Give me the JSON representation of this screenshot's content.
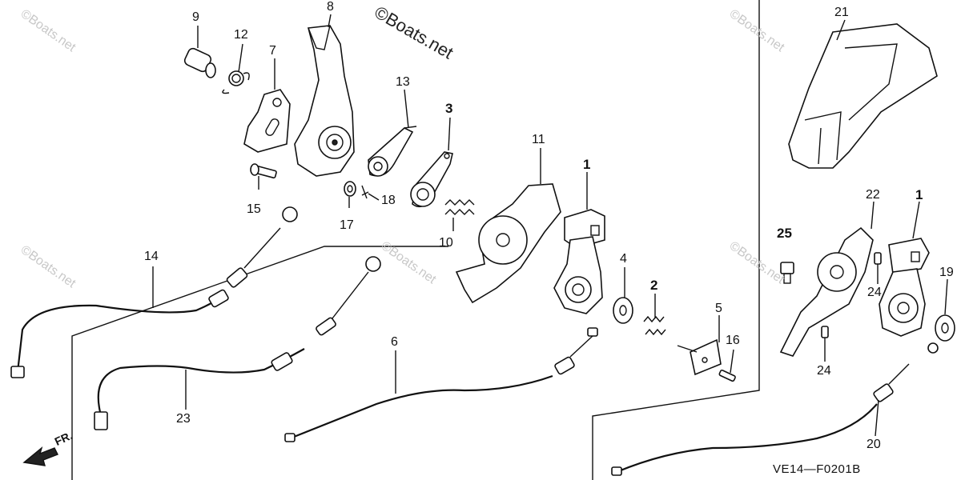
{
  "watermark": {
    "main": "©Boats.net",
    "faint": "©Boats.net"
  },
  "diagram_code": "VE14—F0201B",
  "front_arrow": "FR.",
  "callouts": [
    {
      "id": "c9",
      "text": "9"
    },
    {
      "id": "c12",
      "text": "12"
    },
    {
      "id": "c7",
      "text": "7"
    },
    {
      "id": "c8",
      "text": "8"
    },
    {
      "id": "c13",
      "text": "13"
    },
    {
      "id": "c3",
      "text": "3"
    },
    {
      "id": "c11",
      "text": "11"
    },
    {
      "id": "c1a",
      "text": "1"
    },
    {
      "id": "c15",
      "text": "15"
    },
    {
      "id": "c17",
      "text": "17"
    },
    {
      "id": "c18",
      "text": "18"
    },
    {
      "id": "c10",
      "text": "10"
    },
    {
      "id": "c14",
      "text": "14"
    },
    {
      "id": "c4",
      "text": "4"
    },
    {
      "id": "c2",
      "text": "2"
    },
    {
      "id": "c5",
      "text": "5"
    },
    {
      "id": "c16",
      "text": "16"
    },
    {
      "id": "c6",
      "text": "6"
    },
    {
      "id": "c23",
      "text": "23"
    },
    {
      "id": "c21",
      "text": "21"
    },
    {
      "id": "c22",
      "text": "22"
    },
    {
      "id": "c1b",
      "text": "1"
    },
    {
      "id": "c25",
      "text": "25"
    },
    {
      "id": "c19",
      "text": "19"
    },
    {
      "id": "c24a",
      "text": "24"
    },
    {
      "id": "c24b",
      "text": "24"
    },
    {
      "id": "c20",
      "text": "20"
    }
  ],
  "bold_callouts": [
    "3",
    "2",
    "25",
    "1"
  ]
}
